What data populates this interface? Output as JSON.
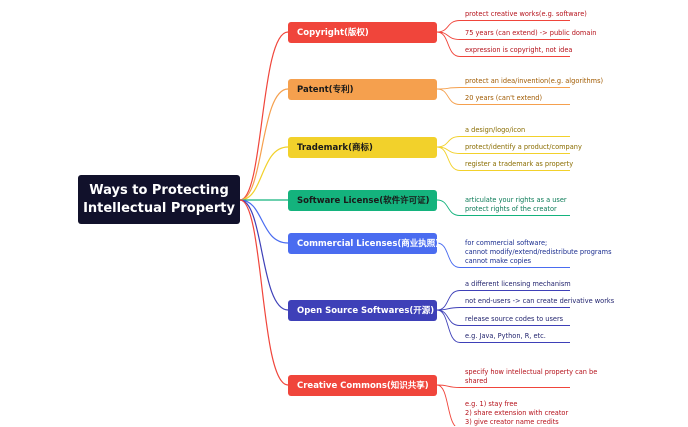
{
  "root": {
    "title": "Ways to Protecting\nIntellectual Property"
  },
  "branches": [
    {
      "label": "Copyright(版权)",
      "color": "#f0453b",
      "text_color": "#ffffff",
      "leaf_color": "#b5121b",
      "leaves": [
        "protect creative works(e.g. software)",
        "75 years (can extend) -> public domain",
        "expression is copyright, not idea"
      ]
    },
    {
      "label": "Patent(专利)",
      "color": "#f5a04e",
      "text_color": "#1a1a1a",
      "leaf_color": "#a05a00",
      "leaves": [
        "protect an idea/invention(e.g. algorithms)",
        "20 years (can't extend)"
      ]
    },
    {
      "label": "Trademark(商标)",
      "color": "#f2d12b",
      "text_color": "#1a1a1a",
      "leaf_color": "#8a6d00",
      "leaves": [
        "a design/logo/icon",
        " protect/identify a product/company",
        "register a trademark as property"
      ]
    },
    {
      "label": "Software License(软件许可证)",
      "color": "#14b37d",
      "text_color": "#1a1a1a",
      "leaf_color": "#0a7a56",
      "leaves": [
        "articulate your rights as a user\nprotect rights of the creator"
      ]
    },
    {
      "label": "Commercial Licenses(商业执照)",
      "color": "#4a6cf0",
      "text_color": "#ffffff",
      "leaf_color": "#1a2d8f",
      "leaves": [
        "for commercial software;\ncannot modify/extend/redistribute programs\ncannot make copies"
      ]
    },
    {
      "label": "Open Source Softwares(开源)",
      "color": "#3e40b8",
      "text_color": "#ffffff",
      "leaf_color": "#1d1f6b",
      "leaves": [
        "a different licensing mechanism",
        "not end-users -> can create derivative works",
        "release source codes to users",
        "e.g. Java, Python, R, etc."
      ]
    },
    {
      "label": "Creative Commons(知识共享)",
      "color": "#f0453b",
      "text_color": "#ffffff",
      "leaf_color": "#b5121b",
      "leaves": [
        "specify how intellectual property can be\nshared",
        "e.g. 1) stay free\n        2) share extension with creator\n        3) give creator name credits"
      ]
    }
  ]
}
